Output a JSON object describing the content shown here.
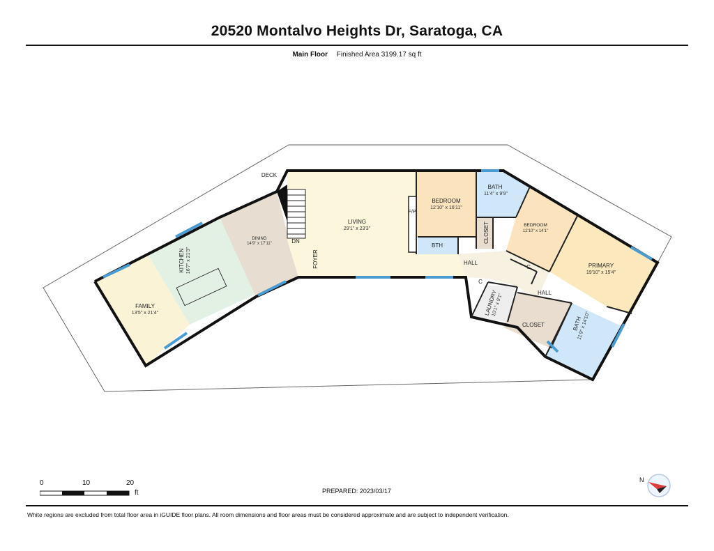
{
  "header": {
    "title": "20520 Montalvo Heights Dr, Saratoga, CA",
    "floor_name": "Main Floor",
    "area_text": "Finished Area 3199.17 sq ft"
  },
  "rooms": {
    "deck": {
      "label": "DECK"
    },
    "family": {
      "label": "FAMILY",
      "dims": "13'5\" x 21'4\""
    },
    "kitchen": {
      "label": "KITCHEN",
      "dims": "16'7\" x 21'3\""
    },
    "dining": {
      "label": "DINING",
      "dims": "14'9\" x 17'11\""
    },
    "living": {
      "label": "LIVING",
      "dims": "29'1\" x 23'3\""
    },
    "foyer": {
      "label": "FOYER"
    },
    "dn": {
      "label": "DN"
    },
    "fp": {
      "label": "F/P"
    },
    "bedroom1": {
      "label": "BEDROOM",
      "dims": "12'10\" x 16'11\""
    },
    "bth": {
      "label": "BTH"
    },
    "bath1": {
      "label": "BATH",
      "dims": "11'4\" x 9'9\""
    },
    "closet1": {
      "label": "CLOSET"
    },
    "bedroom2": {
      "label": "BEDROOM",
      "dims": "12'10\" x 14'1\""
    },
    "primary": {
      "label": "PRIMARY",
      "dims": "19'10\" x 15'4\""
    },
    "hall1": {
      "label": "HALL"
    },
    "hall2": {
      "label": "HALL"
    },
    "c1": {
      "label": "C"
    },
    "c2": {
      "label": "C"
    },
    "laundry": {
      "label": "LAUNDRY",
      "dims": "10'1\" x 9'1\""
    },
    "closet2": {
      "label": "CLOSET"
    },
    "bath2": {
      "label": "BATH",
      "dims": "11'9\" x 14'10\""
    }
  },
  "scale": {
    "ticks": [
      "0",
      "10",
      "20"
    ],
    "unit": "ft"
  },
  "compass": {
    "letter": "N"
  },
  "prepared": "PREPARED: 2023/03/17",
  "footer": "White regions are excluded from total floor area in iGUIDE floor plans. All room dimensions and floor areas must be considered approximate and are subject to independent verification.",
  "colors": {
    "family": "#faf3d6",
    "kitchen": "#e3f1e5",
    "dining": "#e7ddd0",
    "living": "#fcf7dc",
    "bedroom": "#fbe3bd",
    "primary": "#fbe9bd",
    "bath": "#cfe7f8",
    "closet": "#e9ddcf",
    "window": "#4a9bd1"
  }
}
